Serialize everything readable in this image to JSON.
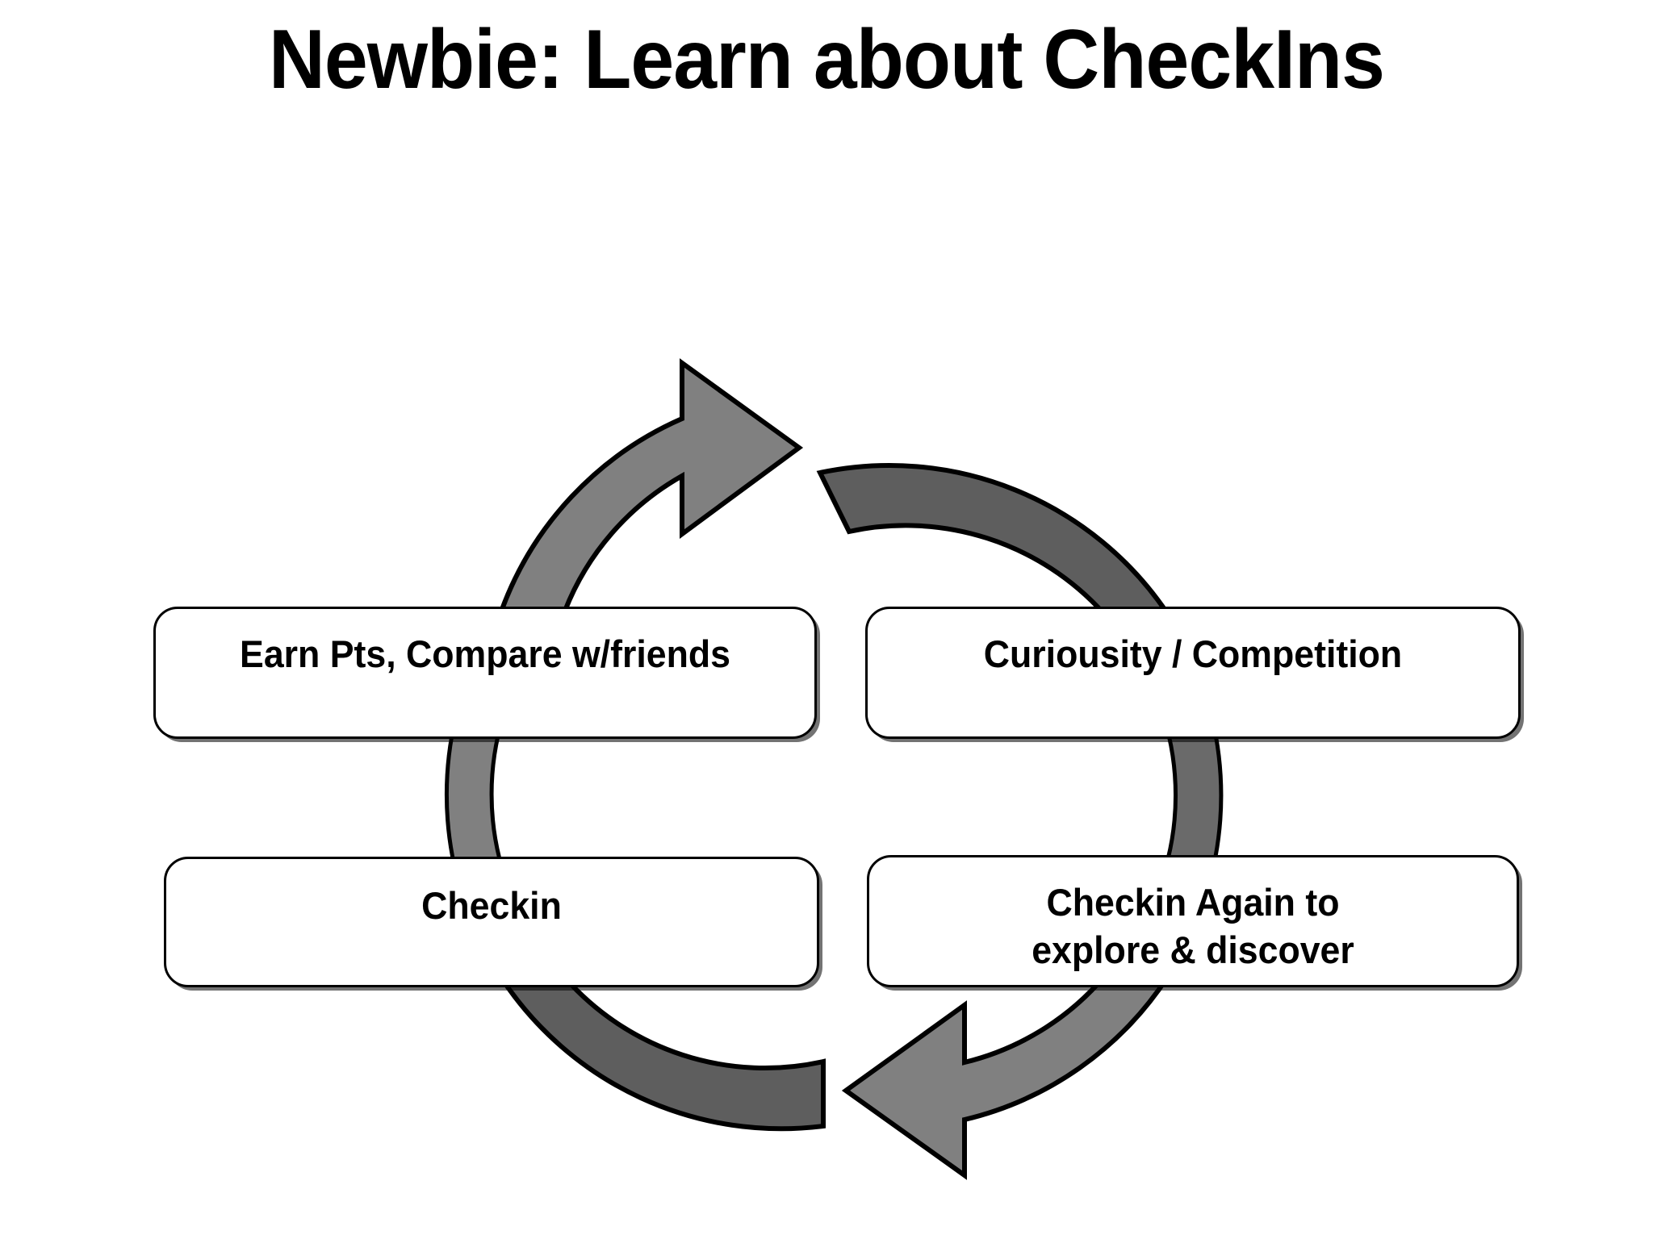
{
  "slide": {
    "title": "Newbie: Learn about CheckIns",
    "background_color": "#ffffff"
  },
  "colors": {
    "arrow_light_gray": "#808080",
    "arrow_dark_gray": "#5e5e5e",
    "outline": "#000000",
    "box_fill": "#ffffff",
    "text": "#000000"
  },
  "cycle": {
    "diagram_type": "circular-cycle",
    "direction": "clockwise",
    "boxes": [
      {
        "id": "earn-pts",
        "label": "Earn Pts, Compare w/friends",
        "position": "top-left"
      },
      {
        "id": "curiosity",
        "label": "Curiousity / Competition",
        "position": "top-right"
      },
      {
        "id": "checkin",
        "label": "Checkin",
        "position": "bottom-left"
      },
      {
        "id": "checkin-again",
        "label": "Checkin Again to\nexplore & discover",
        "position": "bottom-right"
      }
    ],
    "arrows": [
      {
        "id": "arrow-upper-left",
        "shade": "light",
        "has_arrowhead": true,
        "points_to": "top-right"
      },
      {
        "id": "arc-upper-right",
        "shade": "dark",
        "has_arrowhead": false,
        "points_to": "down-right"
      },
      {
        "id": "arrow-lower-right",
        "shade": "light",
        "has_arrowhead": true,
        "points_to": "bottom-left"
      },
      {
        "id": "arc-lower-left",
        "shade": "dark",
        "has_arrowhead": false,
        "points_to": "up-left"
      }
    ]
  }
}
